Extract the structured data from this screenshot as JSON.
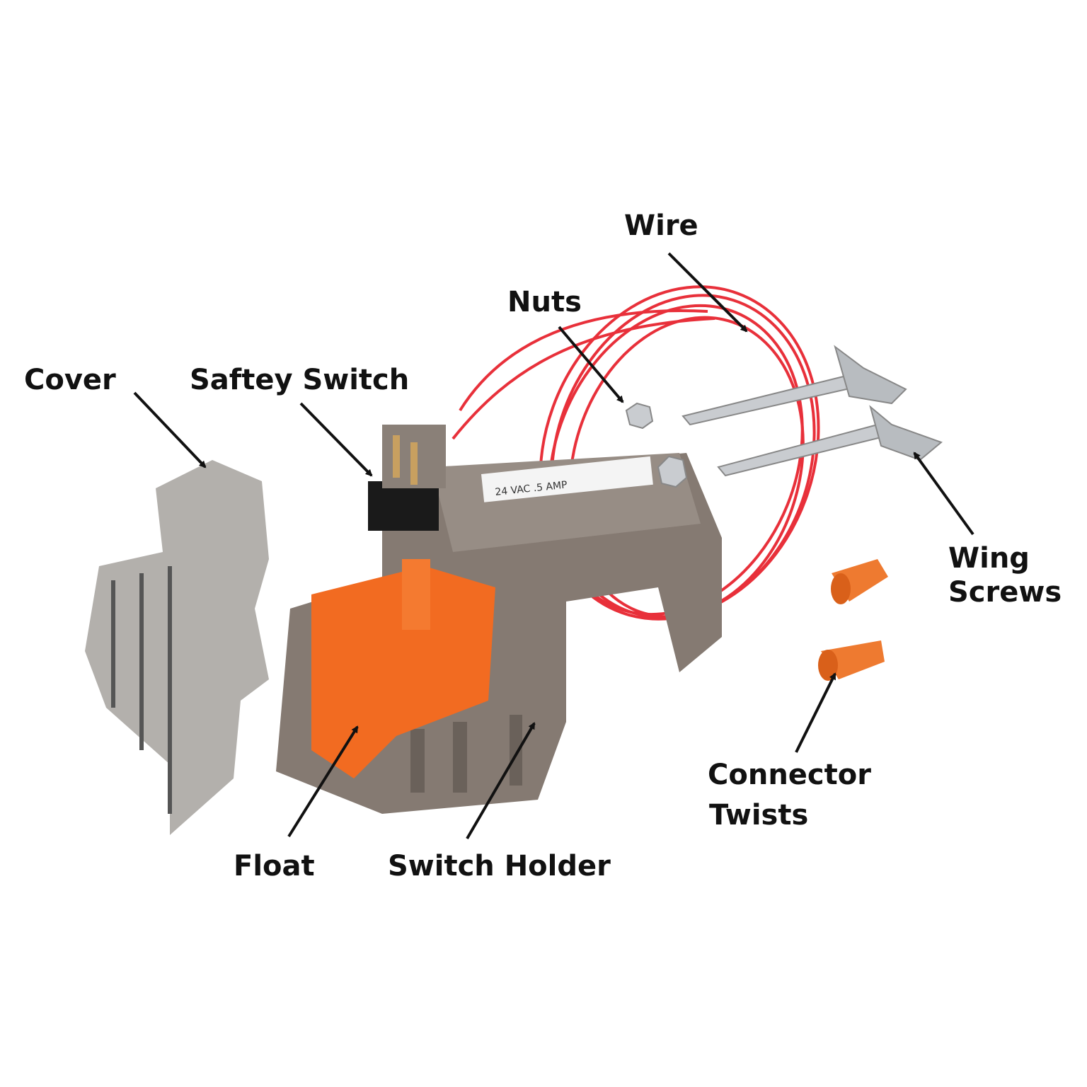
{
  "labels": {
    "wire": "Wire",
    "nuts": "Nuts",
    "cover": "Cover",
    "safety_switch": "Saftey Switch",
    "wing_screws_line1": "Wing",
    "wing_screws_line2": "Screws",
    "connector_twists_line1": "Connector",
    "connector_twists_line2": "Twists",
    "float": "Float",
    "switch_holder": "Switch Holder"
  },
  "product_label": "24 VAC .5 AMP",
  "colors": {
    "wire": "#e8303a",
    "holder": "#857a72",
    "float": "#f26b21",
    "cover": "#9a9590",
    "metal": "#c9ccd0",
    "connector": "#ee7a30",
    "text": "#111111"
  }
}
